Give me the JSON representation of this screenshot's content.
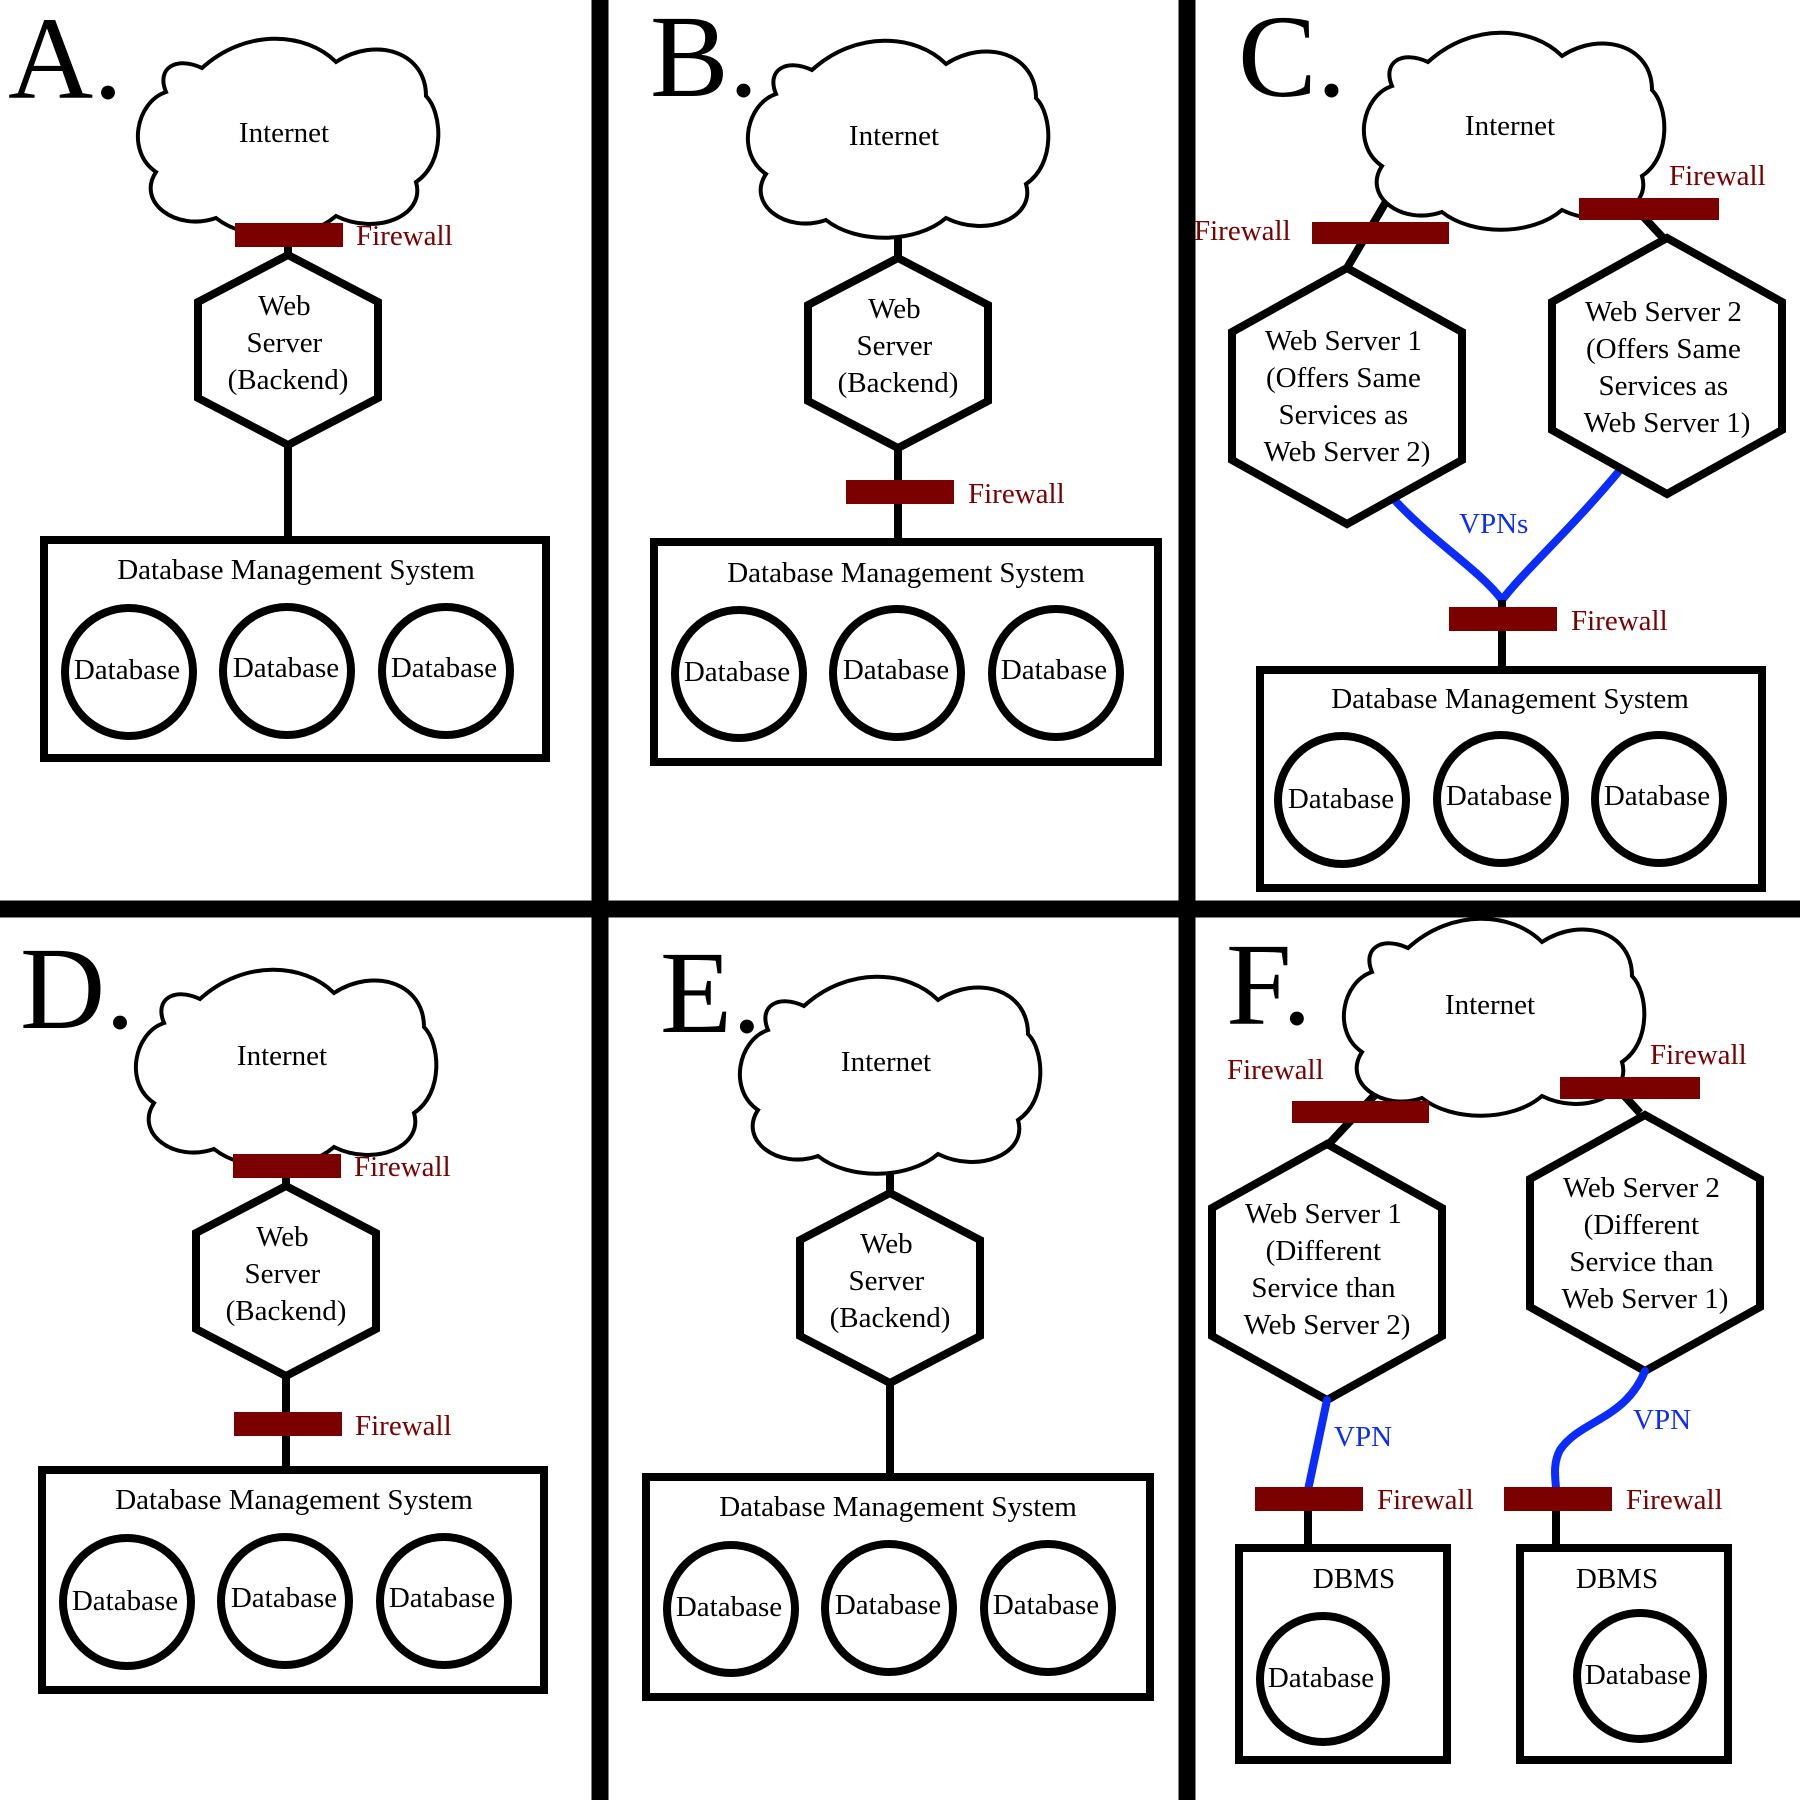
{
  "colors": {
    "firewall": "#7b0000",
    "vpn": "#0a2cff",
    "line": "#000000",
    "background": "#ffffff"
  },
  "icons": {
    "internet": "cloud-icon",
    "web_server": "hexagon-icon",
    "database": "circle-icon",
    "firewall": "bar-icon"
  },
  "panels": {
    "a": {
      "letter": "A.",
      "internet": "Internet",
      "firewall_top": "Firewall",
      "server": [
        "Web",
        "Server",
        "(Backend)"
      ],
      "dbms": "Database Management System",
      "databases": [
        "Database",
        "Database",
        "Database"
      ]
    },
    "b": {
      "letter": "B.",
      "internet": "Internet",
      "server": [
        "Web",
        "Server",
        "(Backend)"
      ],
      "firewall_bottom": "Firewall",
      "dbms": "Database Management System",
      "databases": [
        "Database",
        "Database",
        "Database"
      ]
    },
    "c": {
      "letter": "C.",
      "internet": "Internet",
      "firewall_left": "Firewall",
      "firewall_right": "Firewall",
      "server1": [
        "Web Server 1",
        "(Offers Same",
        "Services as",
        "Web Server 2)"
      ],
      "server2": [
        "Web Server 2",
        "(Offers Same",
        "Services as",
        "Web Server 1)"
      ],
      "vpn": "VPNs",
      "firewall_bottom": "Firewall",
      "dbms": "Database Management System",
      "databases": [
        "Database",
        "Database",
        "Database"
      ]
    },
    "d": {
      "letter": "D.",
      "internet": "Internet",
      "firewall_top": "Firewall",
      "server": [
        "Web",
        "Server",
        "(Backend)"
      ],
      "firewall_bottom": "Firewall",
      "dbms": "Database Management System",
      "databases": [
        "Database",
        "Database",
        "Database"
      ]
    },
    "e": {
      "letter": "E.",
      "internet": "Internet",
      "server": [
        "Web",
        "Server",
        "(Backend)"
      ],
      "dbms": "Database Management System",
      "databases": [
        "Database",
        "Database",
        "Database"
      ]
    },
    "f": {
      "letter": "F.",
      "internet": "Internet",
      "firewall_left": "Firewall",
      "firewall_right": "Firewall",
      "server1": [
        "Web Server 1",
        "(Different",
        "Service than",
        "Web Server 2)"
      ],
      "server2": [
        "Web Server 2",
        "(Different",
        "Service than",
        "Web Server 1)"
      ],
      "vpn_left": "VPN",
      "vpn_right": "VPN",
      "firewall_bottom_left": "Firewall",
      "firewall_bottom_right": "Firewall",
      "dbms_left": "DBMS",
      "dbms_right": "DBMS",
      "database_left": "Database",
      "database_right": "Database"
    }
  }
}
